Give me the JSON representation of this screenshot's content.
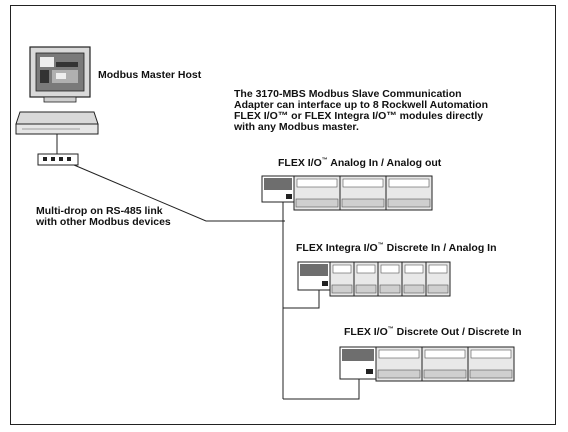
{
  "labels": {
    "host": "Modbus Master Host",
    "description": "The 3170-MBS Modbus Slave Communication Adapter can interface up to 8 Rockwell Automation FLEX I/O™ or FLEX Integra I/O™ modules directly with any Modbus master.",
    "multidrop": "Multi-drop on RS-485 link with other Modbus devices",
    "group1": {
      "prefix": "FLEX I/O",
      "tm": "™",
      "suffix": " Analog In / Analog out"
    },
    "group2": {
      "prefix": "FLEX Integra I/O",
      "tm": "™",
      "suffix": " Discrete In / Analog In"
    },
    "group3": {
      "prefix": "FLEX I/O",
      "tm": "™",
      "suffix": " Discrete Out / Discrete In"
    }
  },
  "colors": {
    "line": "#222222",
    "adapter": "#6e6e6e",
    "module": "#e8e8e8",
    "terminal": "#cfcfcf",
    "screen": "#7a7a7a"
  }
}
